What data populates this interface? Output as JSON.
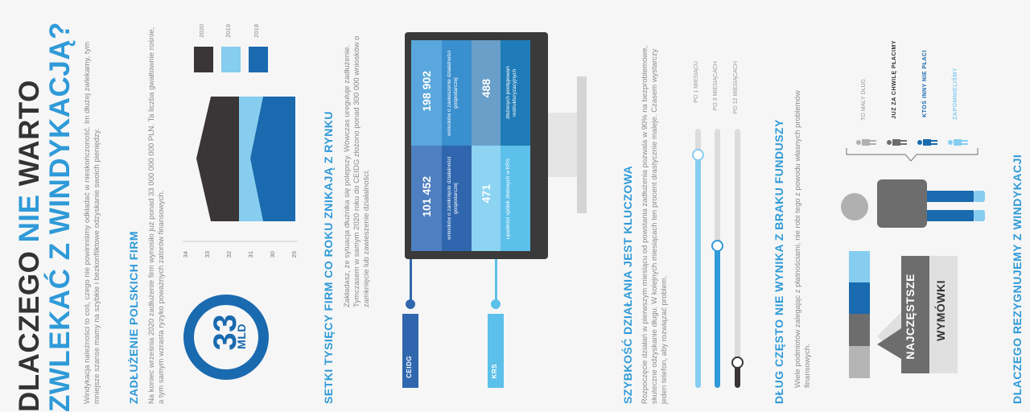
{
  "title": {
    "part1": "DLACZEGO ",
    "part_nie": "NIE",
    "part2": " WARTO",
    "line2": "ZWLEKAĆ Z WINDYKACJĄ?"
  },
  "intro": "Windykacja należności to coś, czego nie powinniśmy odkładać w nieskończoność. Im dłużej zwlekamy, tym mniejsze szanse mamy na szybkie i bezkonfliktowe odzyskanie swoich pieniędzy.",
  "debt": {
    "heading": "ZADŁUŻENIE POLSKICH FIRM",
    "text": "Na koniec września 2020 zadłużenie firm wynosiło już ponad 33 000 000 000 PLN. Ta liczba gwałtownie rośnie, a tym samym wzrasta ryzyko poważnych zatorów finansowych.",
    "circle_number": "33",
    "circle_unit": "MLD",
    "colors": {
      "y2020": "#3a3536",
      "y2019": "#86cdf0",
      "y2018": "#1a6aaf"
    }
  },
  "chart_data": {
    "type": "area",
    "series": [
      {
        "name": "2020"
      },
      {
        "name": "2019"
      },
      {
        "name": "2018"
      }
    ],
    "ytick_labels": [
      "34",
      "33",
      "32",
      "31",
      "30",
      "29"
    ]
  },
  "firms": {
    "heading": "SETKI TYSIĘCY FIRM CO ROKU ZNIKAJĄ Z RYNKU",
    "text": "Zakładasz, że sytuacja dłużnika się polepszy. Wówczas ureguluje zadłużenie. Tymczasem w samym 2020 roku do CEIDG złożono ponad 300 000 wniosków o zamknięcie lub zawieszenie działalności.",
    "tiles": [
      {
        "number": "198 902",
        "label": "wniosków o zawieszenie działalności gospodarczej",
        "color": "#3a8fce",
        "num_color": "#5aa7dd"
      },
      {
        "number": "101 452",
        "label": "wniosków o zamknięcie działalności gospodarczej",
        "color": "#2f66ae",
        "num_color": "#4e7fc0"
      },
      {
        "number": "488",
        "label": "złożonych postępowań restrukturyzacyjnych",
        "color": "#1f7cb8",
        "num_color": "#6a9fc9"
      },
      {
        "number": "471",
        "label": "upadłości spółek złotowych w KRS",
        "color": "#5cc0ea",
        "num_color": "#8dd3f2"
      }
    ],
    "tag1": "CEIDG",
    "tag2": "KRS"
  },
  "speed": {
    "heading": "SZYBKOŚĆ DZIAŁANIA JEST KLUCZOWA",
    "text": "Rozpoczęcie działań w pierwszym miesiącu od powstania zadłużenia pozwala w 90% na bezproblemowe, skuteczne odzyskanie długu. W kolejnych miesiącach ten procent drastycznie maleje. Czasem wystarczy jeden telefon, aby rozwiązać problem.",
    "sliders": [
      {
        "label": "PO 1 MIESIĄCU",
        "level": 0.9
      },
      {
        "label": "PO 3 MIESIĄCACH",
        "level": 0.55
      },
      {
        "label": "PO 12 MIESIĄCACH",
        "level": 0.1
      }
    ]
  },
  "funds": {
    "heading": "DŁUG CZĘSTO NIE WYNIKA Z BRAKU FUNDUSZY",
    "text": "Wiele podmiotów zalegając z płatnościami, nie robi tego z powodu własnych problemów finansowych."
  },
  "excuses": {
    "items": [
      "TO MAŁY DŁUG",
      "JUŻ ZA CHWILĘ PŁACIMY",
      "KTOŚ INNY NIE PŁACI",
      "ZAPOMNIELIŚMY"
    ],
    "label1": "NAJCZĘSTSZE",
    "label2": "WYMÓWKI",
    "heading": "DLACZEGO REZYGNUJEMY Z WINDYKACJI"
  }
}
